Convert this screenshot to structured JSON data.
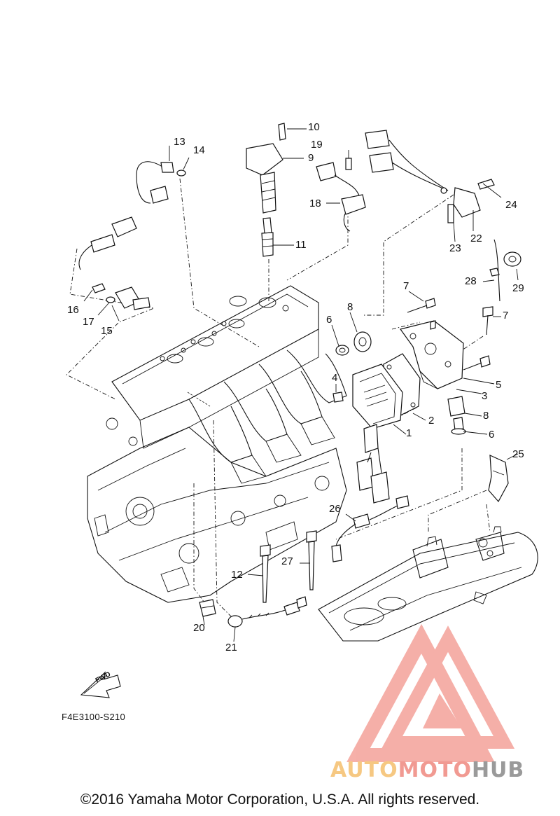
{
  "diagram": {
    "code": "F4E3100-S210",
    "copyright": "©2016 Yamaha Motor Corporation, U.S.A. All rights reserved.",
    "direction_marker": "FWD",
    "callouts": [
      "1",
      "2",
      "3",
      "4",
      "5",
      "6",
      "6",
      "7",
      "7",
      "8",
      "8",
      "9",
      "10",
      "11",
      "12",
      "13",
      "14",
      "15",
      "16",
      "17",
      "18",
      "19",
      "20",
      "21",
      "22",
      "23",
      "24",
      "25",
      "26",
      "27",
      "28",
      "29"
    ]
  },
  "watermark": {
    "part_a": "AUTO",
    "part_b": "MOTO",
    "part_c": "HUB",
    "colors": {
      "triangle": "#f4a29a",
      "auto": "#f6c882",
      "moto": "#f19a92",
      "hub": "#9a9a9a"
    }
  },
  "colors": {
    "line": "#111111",
    "background": "#ffffff"
  }
}
